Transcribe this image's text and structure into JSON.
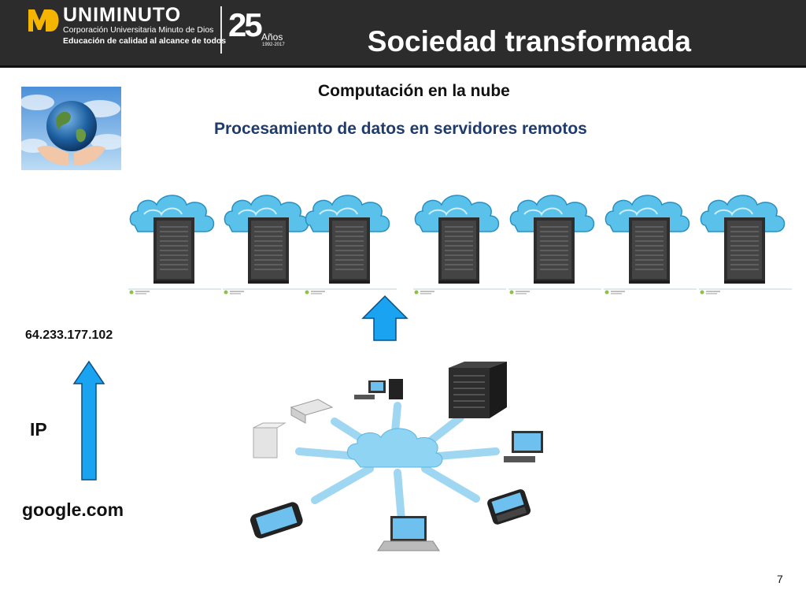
{
  "header": {
    "logo_name": "UNIMINUTO",
    "logo_line1": "Corporación Universitaria Minuto de Dios",
    "logo_line2": "Educación de calidad al alcance de todos",
    "anniversary_number": "25",
    "anniversary_word": "Años",
    "anniversary_years": "1992-2017",
    "title": "Sociedad transformada"
  },
  "content": {
    "heading": "Computación en la nube",
    "subheading": "Procesamiento de datos en servidores remotos",
    "ip_address": "64.233.177.102",
    "ip_label": "IP",
    "domain": "google.com"
  },
  "footer": {
    "page_number": "7"
  },
  "colors": {
    "header_bg": "#2c2c2c",
    "arrow": "#1aa3f0",
    "subheading": "#1f3b6e",
    "cloud": "#5ac2ea"
  },
  "icons": [
    "globe-in-hands-icon",
    "cloud-server-icon",
    "up-arrow-icon",
    "cloud-network-icon"
  ]
}
